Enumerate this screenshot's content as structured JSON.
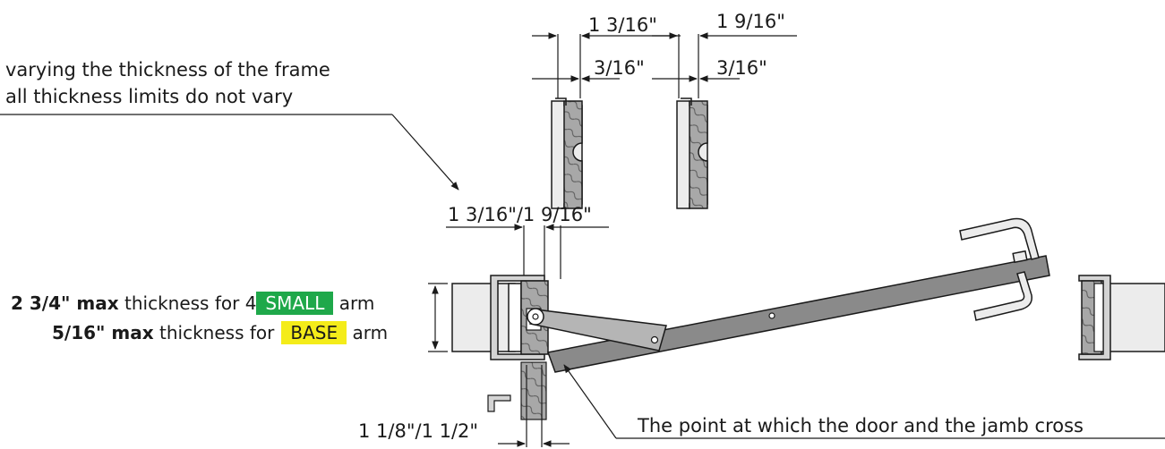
{
  "notes": {
    "frame_note_line1": "varying the thickness of the frame",
    "frame_note_line2": "all thickness limits do not vary",
    "cross_point_note": "The point at which the door and the jamb cross"
  },
  "dimensions": {
    "top_left_overall": "1 3/16\"",
    "top_left_inner": "3/16\"",
    "top_right_overall": "1 9/16\"",
    "top_right_inner": "3/16\"",
    "jamb_thickness": "1 3/16\"/1 9/16\"",
    "bottom_offset": "1 1/8\"/1 1/2\""
  },
  "arm_rows": [
    {
      "bold": "2 3/4\" max",
      "text": "thickness for 4",
      "badge": "SMALL",
      "suffix": "arm",
      "badge_color": "#1fa84a"
    },
    {
      "bold": "5/16\" max",
      "text": "thickness for",
      "badge": "BASE",
      "suffix": "arm",
      "badge_color": "#f4ec1a"
    }
  ],
  "colors": {
    "line": "#1a1a1a",
    "wood": "#a8a8a8",
    "arm": "#8a8a8a",
    "wall": "#ececec",
    "frame_metal": "#d4d4d4"
  }
}
